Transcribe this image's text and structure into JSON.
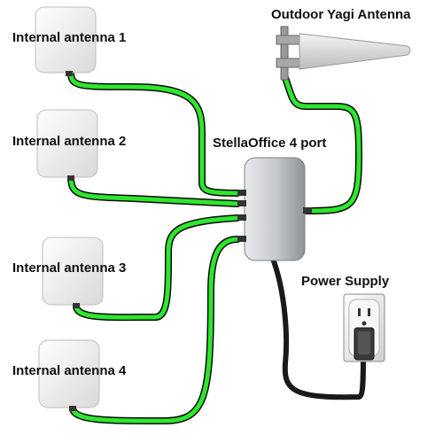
{
  "labels": {
    "internal_antenna_1": "Internal antenna 1",
    "internal_antenna_2": "Internal antenna 2",
    "internal_antenna_3": "Internal antenna 3",
    "internal_antenna_4": "Internal antenna 4",
    "outdoor_antenna": "Outdoor Yagi Antenna",
    "booster": "StellaOffice 4 port",
    "power_supply": "Power Supply"
  },
  "colors": {
    "cable_green": "#2ee62e",
    "cable_outline": "#0a0a0a",
    "power_cable": "#222222",
    "booster_body": "#c9ccd1",
    "panel_white": "#f2f2f2"
  }
}
